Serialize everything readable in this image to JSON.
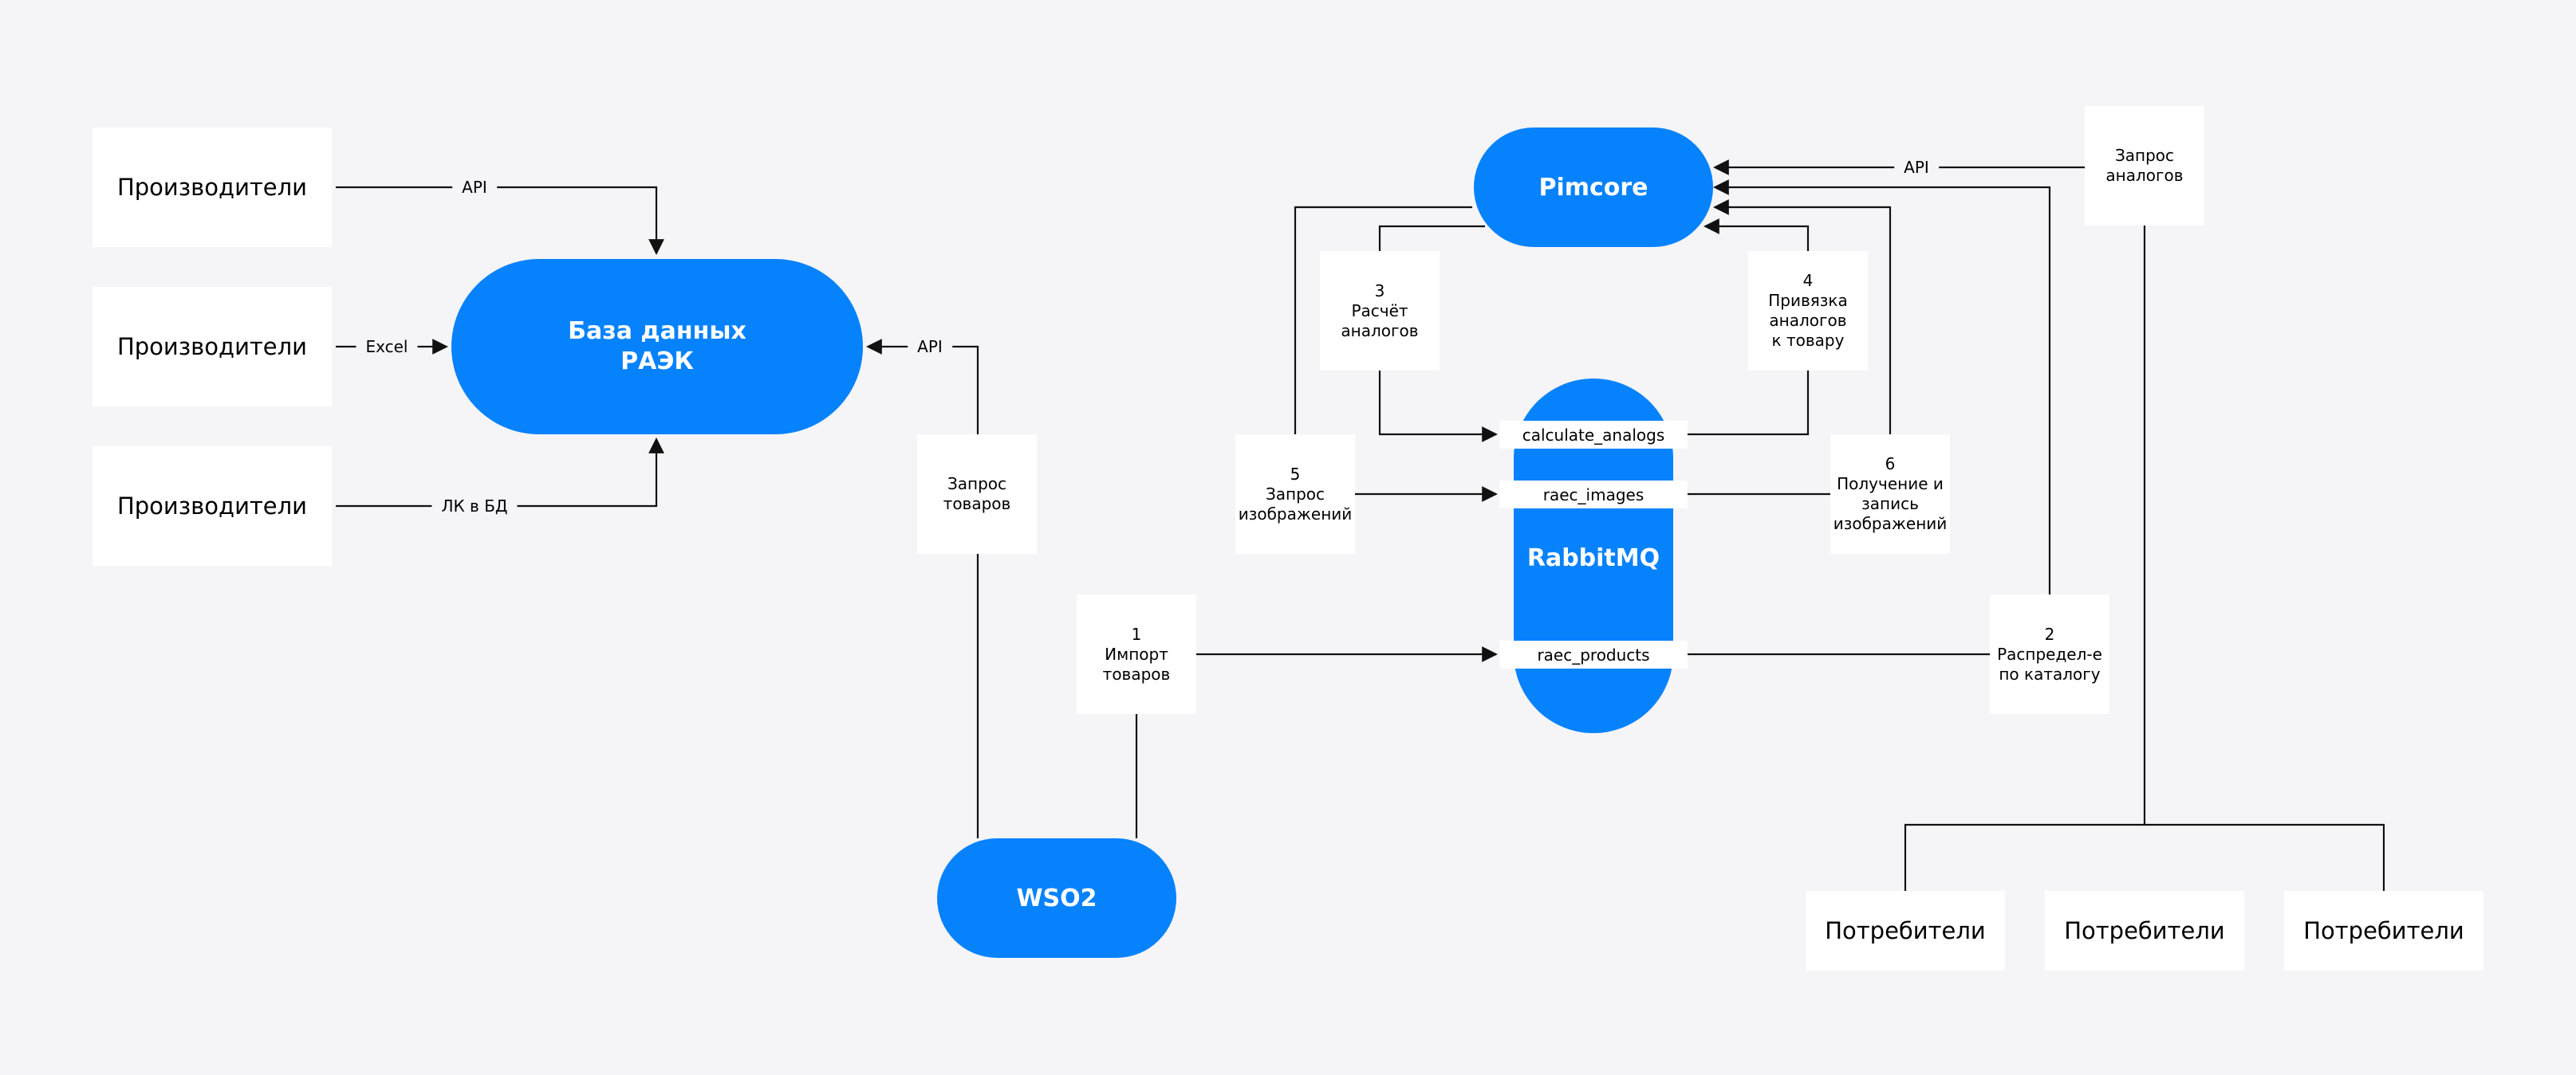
{
  "producers": [
    "Производители",
    "Производители",
    "Производители"
  ],
  "edges": {
    "api": "API",
    "excel": "Excel",
    "lk": "ЛК в БД",
    "api_db": "API",
    "api_pimcore": "API"
  },
  "nodes": {
    "database": "База данных\nРАЭК",
    "wso2": "WSO2",
    "pimcore": "Pimcore",
    "rabbitmq": "RabbitMQ"
  },
  "queues": {
    "calculate_analogs": "calculate_analogs",
    "raec_images": "raec_images",
    "raec_products": "raec_products"
  },
  "steps": {
    "request_goods": "Запрос\nтоваров",
    "s1": "1\nИмпорт\nтоваров",
    "s2": "2\nРаспредел-е\nпо каталогу",
    "s3": "3\nРасчёт\nаналогов",
    "s4": "4\nПривязка\nаналогов\nк товару",
    "s5": "5\nЗапрос\nизображений",
    "s6": "6\nПолучение и\nзапись\nизображений",
    "request_analogs": "Запрос\nаналогов"
  },
  "consumers": [
    "Потребители",
    "Потребители",
    "Потребители"
  ],
  "colors": {
    "accent": "#0682fc",
    "background": "#f5f4f7",
    "box": "#ffffff",
    "line": "#111111"
  }
}
